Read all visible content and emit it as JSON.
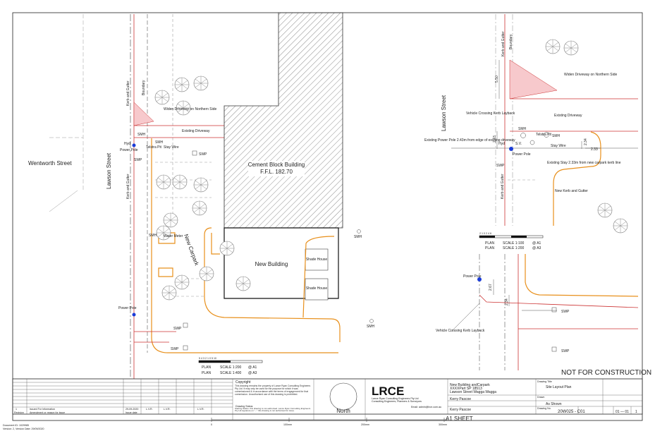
{
  "site_labels": {
    "wentworth_street": "Wentworth Street",
    "lawson_street_main": "Lawson Street",
    "lawson_street_detail": "Lawson Street",
    "cement_block_building": "Cement Block Building",
    "cement_ffl": "F.F.L. 182.70",
    "new_building": "New Building",
    "shade_house_1": "Shade House",
    "shade_house_2": "Shade House",
    "new_carpark": "New Carpark",
    "existing_driveway_main": "Existing Driveway",
    "existing_driveway_detail": "Existing Driveway",
    "widen_driveway_main": "Widen Driveway on Northern Side",
    "widen_driveway_detail": "Widen Driveway on Northern Side",
    "kerb_gutter_main_top": "Kerb and Gutter",
    "kerb_gutter_main_mid": "Kerb and Gutter",
    "kerb_gutter_detail_top": "Kerb and Gutter",
    "kerb_gutter_detail_mid": "Kerb and Gutter",
    "boundary_main": "Boundary",
    "boundary_detail": "Boundary",
    "smh_1": "SMH",
    "smh_2": "SMH",
    "smh_3": "SMH",
    "smh_4": "SMH",
    "smh_5": "SMH",
    "smh_detail_1": "SMH",
    "smh_detail_2": "SMH",
    "swp_1": "SWP",
    "swp_2": "SWP",
    "swp_3": "SWP",
    "swp_4": "SWP",
    "swp_detail_1": "SWP",
    "swp_detail_2": "SWP",
    "swp_detail_3": "SWP",
    "hyd_main": "Hyd",
    "hyd_detail": "Hyd",
    "power_pole_1": "Power Pole",
    "power_pole_2": "Power Pole",
    "power_pole_detail_1": "Power Pole",
    "power_pole_detail_2": "Power Pole",
    "telstra_main": "Telstra Pit",
    "telstra_detail": "Telstra Pit",
    "stay_wire_main": "Stay Wire",
    "stay_wire_detail": "Stay Wire",
    "water_meter": "Water Meter",
    "sv_detail": "S.V.",
    "vehicle_crossing_1": "Vehicle Crossing Kerb Layback",
    "vehicle_crossing_2": "Vehicle Crossing Kerb Layback",
    "existing_power_pole_note": "Existing Power Pole 2.43m from edge of existing driveway",
    "existing_stay_note": "Existing Stay 2.33m from new carpark kerb line",
    "new_kerb_gutter": "New Kerb and Gutter",
    "dim_550": "5.50",
    "dim_243": "2.43",
    "dim_234": "2.34",
    "dim_233": "2.33",
    "dim_267": "2.67",
    "dim_234b": "2.34"
  },
  "scales": {
    "detail": {
      "ticks": [
        "2",
        "1",
        "0",
        "2",
        "4",
        "6"
      ],
      "rows": [
        {
          "plan": "PLAN",
          "scale": "SCALE 1:100",
          "sheet": "@ A1"
        },
        {
          "plan": "PLAN",
          "scale": "SCALE 1:200",
          "sheet": "@ A3"
        }
      ]
    },
    "main": {
      "ticks": [
        "5",
        "4",
        "3",
        "2",
        "1",
        "0",
        "5",
        "10"
      ],
      "rows": [
        {
          "plan": "PLAN",
          "scale": "SCALE 1:200",
          "sheet": "@ A1"
        },
        {
          "plan": "PLAN",
          "scale": "SCALE 1:400",
          "sheet": "@ A3"
        }
      ]
    }
  },
  "not_for_construction": "NOT FOR CONSTRUCTION",
  "title_block": {
    "revision_row": {
      "rev": "1",
      "desc": "Issued For Information",
      "date": "29-09-2020",
      "drawn": "L.V.R.",
      "designed": "L.V.R.",
      "verified": "L.V.R."
    },
    "rev_headers": [
      "Revision",
      "Amendment or reason for issue",
      "Issue date",
      "Drawing completed by",
      "Designed & drug. Repared by",
      "Verified by L = Issue verified",
      "Issue authorised"
    ],
    "copyright_title": "Copyright",
    "copyright_text": "This drawing remains the property of Lance Ryan Consulting Engineers Pty Ltd. It may only be used for the purpose for which it was commissioned & in accordance with the terms of engagement for that commission. Unauthorised use of this drawing is prohibited.",
    "drawing_status_title": "Drawing Status",
    "drawing_status_text": "Starting Status: this drawing is not authorised. Lance Ryan Consulting Engineers Pty Ltd signature on \"...\" this drawing is not authorised for issue.",
    "north": "North",
    "company_logo": "LRCE",
    "company_name": "Lance Ryan Consulting Engineers Pty Ltd",
    "company_small": "Consulting Engineers, Planners & Surveyors",
    "company_contact": "Email: admin@lrce.com.au",
    "project": [
      "New Building andCarpark",
      "XXXXPart SP 18513",
      "Lawson Street Wagga Wagga"
    ],
    "client": "Kerry Pascoe",
    "architect": "Kerry Pascoe",
    "drawing_title_label": "Drawing Title",
    "drawing_title": "Site Layout Plan",
    "drawn_by_label": "Drawn",
    "drawn_by": "As Shown",
    "drawing_no_label": "Drawing No.",
    "drawing_no": "20W025 - C01",
    "sheet": "01 — 01",
    "revision": "1",
    "a1_sheet": "A1 SHEET",
    "bar_ticks": [
      "0",
      "100mm",
      "200mm",
      "300mm"
    ]
  },
  "footer": {
    "line1": "Document ID: 1029985",
    "line2": "Version: 2, Version Date: 29/09/2020"
  }
}
